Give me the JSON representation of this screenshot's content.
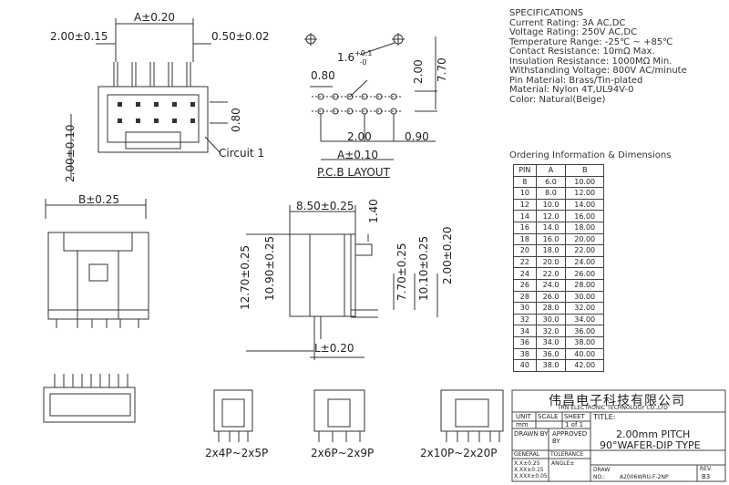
{
  "top_view": {
    "dim_a": "A±0.20",
    "dim_pitch": "2.00±0.15",
    "dim_pin": "0.50±0.02",
    "dim_row": "0.80",
    "dim_side": "2.00±0.10",
    "circuit_label": "Circuit 1"
  },
  "pcb": {
    "hole_label": "1.6",
    "hole_tol": "+0.1",
    "hole_tol_low": "-0",
    "dim_080": "0.80",
    "dim_200v": "2.00",
    "dim_770": "7.70",
    "dim_200h": "2.00",
    "dim_090": "0.90",
    "dim_a": "A±0.10",
    "title": "P.C.B LAYOUT"
  },
  "front_view": {
    "dim_b": "B±0.25"
  },
  "side_view": {
    "dim_850": "8.50±0.25",
    "dim_140": "1.40",
    "dim_1270": "12.70±0.25",
    "dim_1090": "10.90±0.25",
    "dim_770": "7.70±0.25",
    "dim_1010": "10.10±0.25",
    "dim_200": "2.00±0.20",
    "dim_l": "L±0.20"
  },
  "specifications": {
    "title": "SPECIFICATIONS",
    "lines": [
      "Current Rating: 3A AC,DC",
      "Voltage Rating: 250V AC,DC",
      "Temperature Range: -25℃ ~ +85℃",
      "Contact Resistance: 10mΩ Max.",
      "Insulation Resistance: 1000MΩ Min.",
      "Withstanding Voltage: 800V AC/minute",
      "Pin Material: Brass/Tin-plated",
      "Material: Nylon 4T,UL94V-0",
      "Color: Natural(Beige)"
    ]
  },
  "ordering": {
    "title": "Ordering Information & Dimensions",
    "headers": [
      "PIN",
      "A",
      "B"
    ],
    "rows": [
      [
        "8",
        "6.0",
        "10.00"
      ],
      [
        "10",
        "8.0",
        "12.00"
      ],
      [
        "12",
        "10.0",
        "14.00"
      ],
      [
        "14",
        "12.0",
        "16.00"
      ],
      [
        "16",
        "14.0",
        "18.00"
      ],
      [
        "18",
        "16.0",
        "20.00"
      ],
      [
        "20",
        "18.0",
        "22.00"
      ],
      [
        "22",
        "20.0",
        "24.00"
      ],
      [
        "24",
        "22.0",
        "26.00"
      ],
      [
        "26",
        "24.0",
        "28.00"
      ],
      [
        "28",
        "26.0",
        "30.00"
      ],
      [
        "30",
        "28.0",
        "32.00"
      ],
      [
        "32",
        "30.0",
        "34.00"
      ],
      [
        "34",
        "32.0",
        "36.00"
      ],
      [
        "36",
        "34.0",
        "38.00"
      ],
      [
        "38",
        "36.0",
        "40.00"
      ],
      [
        "40",
        "38.0",
        "42.00"
      ]
    ]
  },
  "variants": [
    "2x4P~2x5P",
    "2x6P~2x9P",
    "2x10P~2x20P"
  ],
  "title_block": {
    "company_cn": "伟昌电子科技有限公司",
    "company_en": "TRN ELECTRONIC TECHNOLOGY CO.,LTD",
    "unit_label": "UNIT",
    "unit_value": "mm",
    "scale_label": "SCALE",
    "sheet_label": "SHEET",
    "sheet_value": "1 of 1",
    "title_label": "TITLE:",
    "drawn_by": "DRAWN BY",
    "approved_by": "APPROVED BY",
    "title_line1": "2.00mm PITCH",
    "title_line2": "90°WAFER-DIP TYPE",
    "general": "GENERAL",
    "tolerance": "TOLERANCE",
    "tol1": "X.X±0.25",
    "tol2": "X.XX±0.15",
    "tol3": "X.XXX±0.05",
    "angle": "ANGLE±",
    "draw_label": "DRAW",
    "no_label": "NO.:",
    "draw_no": "A2006WRU-F-2NP",
    "rev_label": "REV.",
    "rev_value": "B3"
  }
}
